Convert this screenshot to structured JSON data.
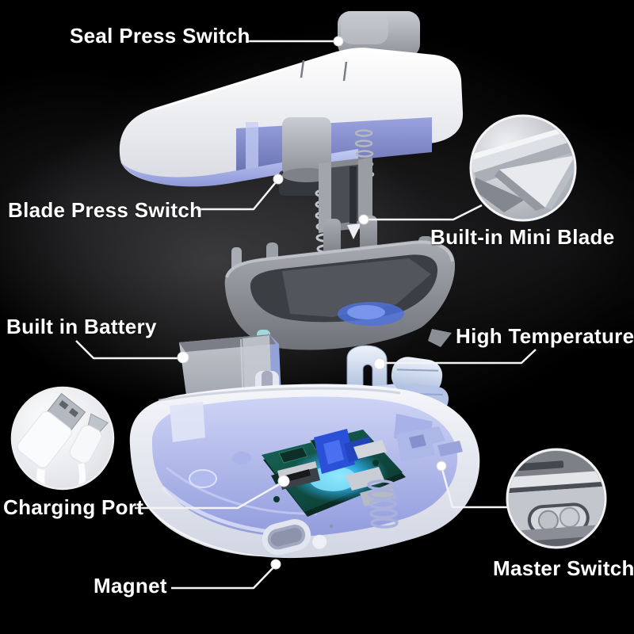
{
  "labels": {
    "seal_press_switch": "Seal Press Switch",
    "blade_press_switch": "Blade Press Switch",
    "built_in_mini_blade": "Built-in Mini Blade",
    "built_in_battery": "Built in Battery",
    "high_temperature": "High Temperature",
    "charging_port": "Charging Port",
    "master_switch": "Master Switch",
    "magnet": "Magnet"
  },
  "colors": {
    "background": "#000000",
    "label_text": "#ffffff",
    "leader_line": "#f3f3f5",
    "device_shell_white": "#f2f3f7",
    "device_underside_lavender": "#aab4e6",
    "gasket_gray": "#8e9196",
    "circuit_board_teal": "#14564b",
    "board_glow_blue": "#2fb4f5",
    "heating_element_blue": "#cfdaf0"
  }
}
